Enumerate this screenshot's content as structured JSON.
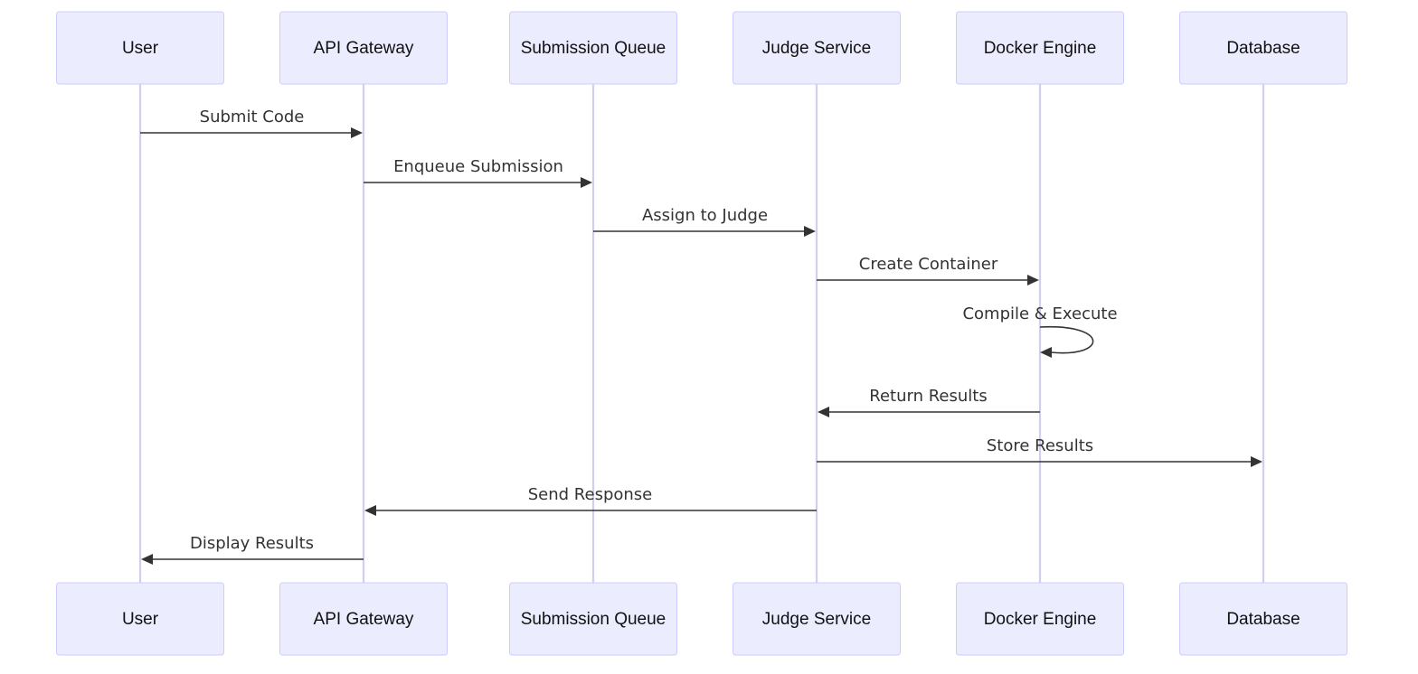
{
  "diagram": {
    "type": "sequence",
    "participants": [
      {
        "id": "user",
        "label": "User"
      },
      {
        "id": "gateway",
        "label": "API Gateway"
      },
      {
        "id": "queue",
        "label": "Submission Queue"
      },
      {
        "id": "judge",
        "label": "Judge Service"
      },
      {
        "id": "docker",
        "label": "Docker Engine"
      },
      {
        "id": "db",
        "label": "Database"
      }
    ],
    "messages": [
      {
        "from": "user",
        "to": "gateway",
        "label": "Submit Code"
      },
      {
        "from": "gateway",
        "to": "queue",
        "label": "Enqueue Submission"
      },
      {
        "from": "queue",
        "to": "judge",
        "label": "Assign to Judge"
      },
      {
        "from": "judge",
        "to": "docker",
        "label": "Create Container"
      },
      {
        "from": "docker",
        "to": "docker",
        "label": "Compile & Execute"
      },
      {
        "from": "docker",
        "to": "judge",
        "label": "Return Results"
      },
      {
        "from": "judge",
        "to": "db",
        "label": "Store Results"
      },
      {
        "from": "judge",
        "to": "gateway",
        "label": "Send Response"
      },
      {
        "from": "gateway",
        "to": "user",
        "label": "Display Results"
      }
    ],
    "colors": {
      "actor_fill": "#ECECFF",
      "actor_border": "#CCCCFF",
      "lifeline": "#CFCFF2",
      "message": "#333333"
    }
  }
}
